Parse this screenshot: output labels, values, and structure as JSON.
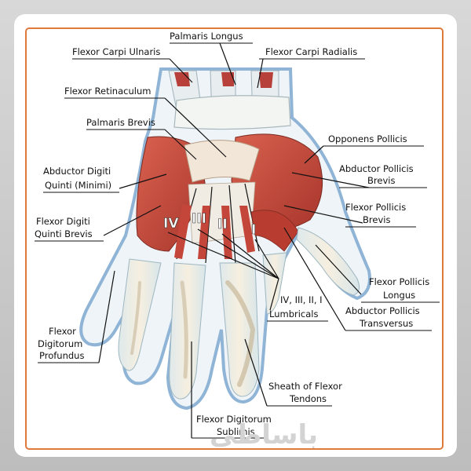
{
  "labels": {
    "palmaris_longus": "Palmaris Longus",
    "flexor_carpi_ulnaris": "Flexor Carpi Ulnaris",
    "flexor_carpi_radialis": "Flexor Carpi Radialis",
    "flexor_retinaculum": "Flexor Retinaculum",
    "palmaris_brevis": "Palmaris Brevis",
    "opponens_pollicis": "Opponens Pollicis",
    "abductor_digiti_quinti_1": "Abductor Digiti",
    "abductor_digiti_quinti_2": "Quinti (Minimi)",
    "abductor_pollicis_brevis_1": "Abductor Pollicis",
    "abductor_pollicis_brevis_2": "Brevis",
    "flexor_pollicis_brevis_1": "Flexor Pollicis",
    "flexor_pollicis_brevis_2": "Brevis",
    "flexor_digiti_quinti_brevis_1": "Flexor Digiti",
    "flexor_digiti_quinti_brevis_2": "Quinti Brevis",
    "flexor_pollicis_longus_1": "Flexor Pollicis",
    "flexor_pollicis_longus_2": "Longus",
    "flexor_digitorum_profundus_1": "Flexor",
    "flexor_digitorum_profundus_2": "Digitorum",
    "flexor_digitorum_profundus_3": "Profundus",
    "lumbricals_1": "IV, III, II, I",
    "lumbricals_2": "Lumbricals",
    "abductor_pollicis_transversus_1": "Abductor Pollicis",
    "abductor_pollicis_transversus_2": "Transversus",
    "sheath_flexor_tendons_1": "Sheath of Flexor",
    "sheath_flexor_tendons_2": "Tendons",
    "flexor_digitorum_sublimis_1": "Flexor Digitorum",
    "flexor_digitorum_sublimis_2": "Sublimis"
  },
  "roman_numerals": [
    "IV",
    "III",
    "II",
    "I"
  ],
  "watermark": "باساطی",
  "colors": {
    "frame_border": "#e07a3c",
    "outer_bg": "#c9c9c9",
    "muscle": "#c94a3c",
    "tendon": "#e9efef",
    "skin_outline": "#8fb4d6"
  }
}
